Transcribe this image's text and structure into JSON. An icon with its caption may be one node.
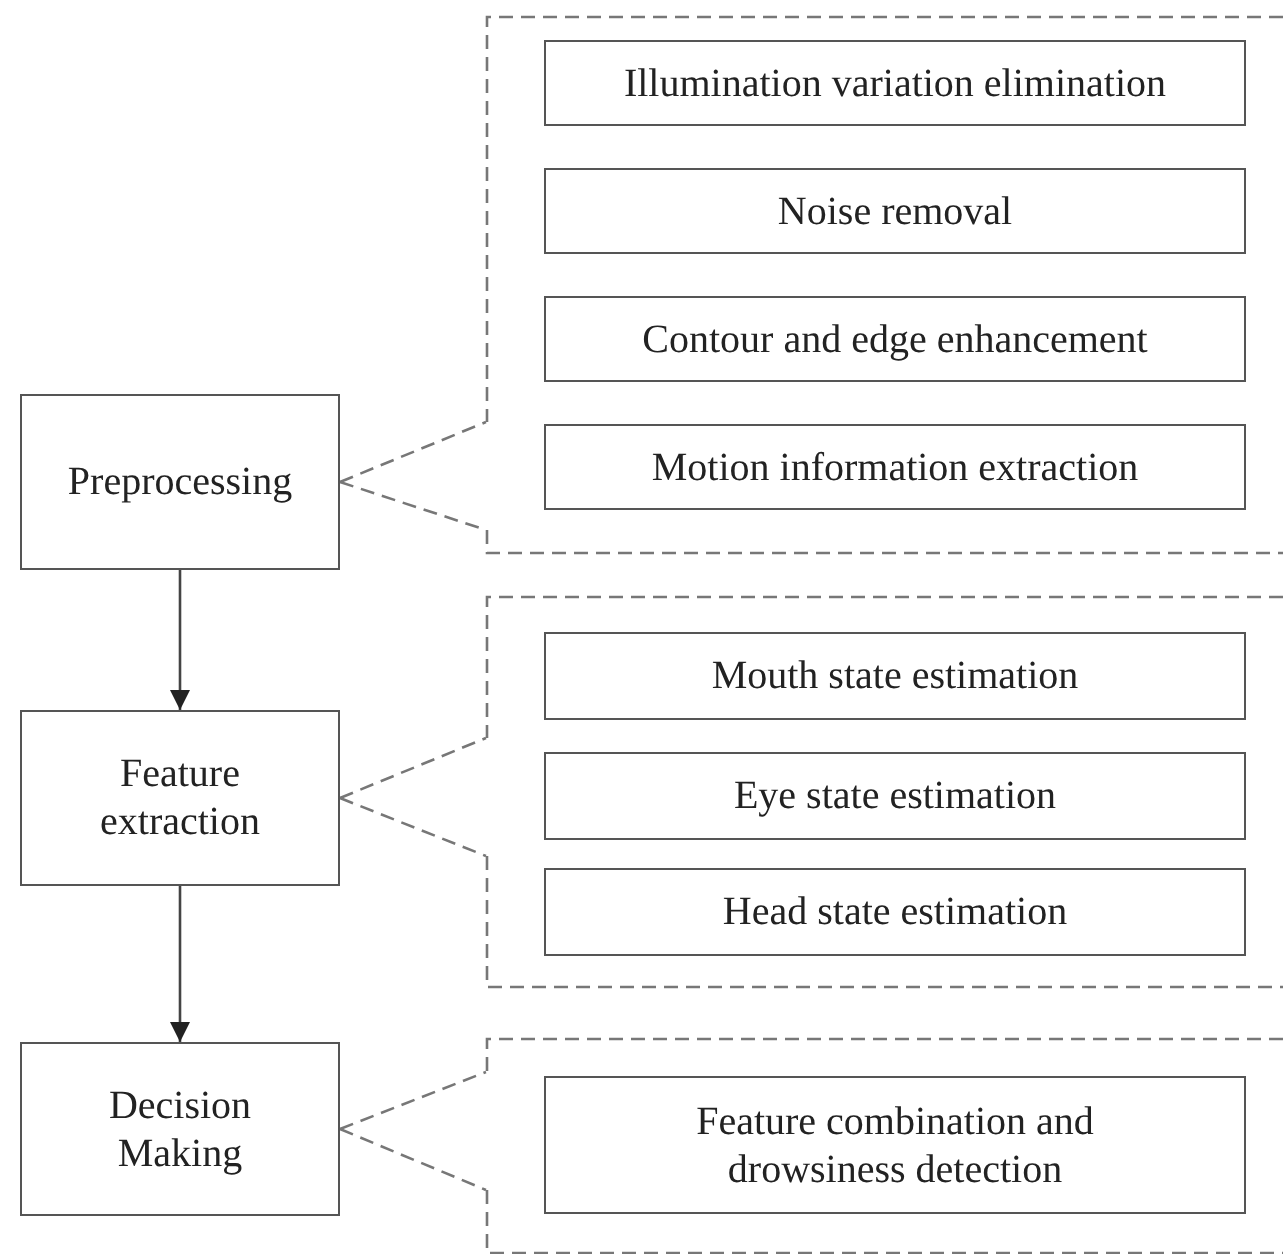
{
  "diagram": {
    "nodes": [
      {
        "text": [
          "Preprocessing"
        ]
      },
      {
        "text": [
          "Feature extraction"
        ]
      },
      {
        "text": [
          "Decision Making"
        ]
      },
      {
        "text": [],
        "shape": "box"
      },
      {
        "text": [
          "Illumination variation elimination"
        ],
        "in": 3
      },
      {
        "text": [
          "Noise removal"
        ],
        "in": 3
      },
      {
        "text": [
          "Contour and edge enhancement"
        ],
        "in": 3
      },
      {
        "text": [
          "Motion information extraction"
        ],
        "in": 3
      },
      {
        "text": [],
        "shape": "box"
      },
      {
        "text": [
          "Mouth state estimation"
        ],
        "in": 8
      },
      {
        "text": [
          "Eye state estimation"
        ],
        "in": 8
      },
      {
        "text": [
          "Head state estimation"
        ],
        "in": 8
      },
      {
        "text": [],
        "shape": "box"
      },
      {
        "text": [
          "Feature combination and drowsiness detection"
        ],
        "in": 12
      }
    ],
    "edges": [
      {
        "from": 0,
        "to": 1,
        "arrow": "to"
      },
      {
        "from": 1,
        "to": 2,
        "arrow": "to"
      },
      {
        "from": 0,
        "to": 3,
        "arrow": "none",
        "style": "dashed"
      },
      {
        "from": 0,
        "to": 3,
        "arrow": "none",
        "style": "dashed"
      },
      {
        "from": 1,
        "to": 8,
        "arrow": "none",
        "style": "dashed"
      },
      {
        "from": 1,
        "to": 8,
        "arrow": "none",
        "style": "dashed"
      },
      {
        "from": 2,
        "to": 12,
        "arrow": "none",
        "style": "dashed"
      },
      {
        "from": 2,
        "to": 12,
        "arrow": "none",
        "style": "dashed"
      }
    ]
  }
}
